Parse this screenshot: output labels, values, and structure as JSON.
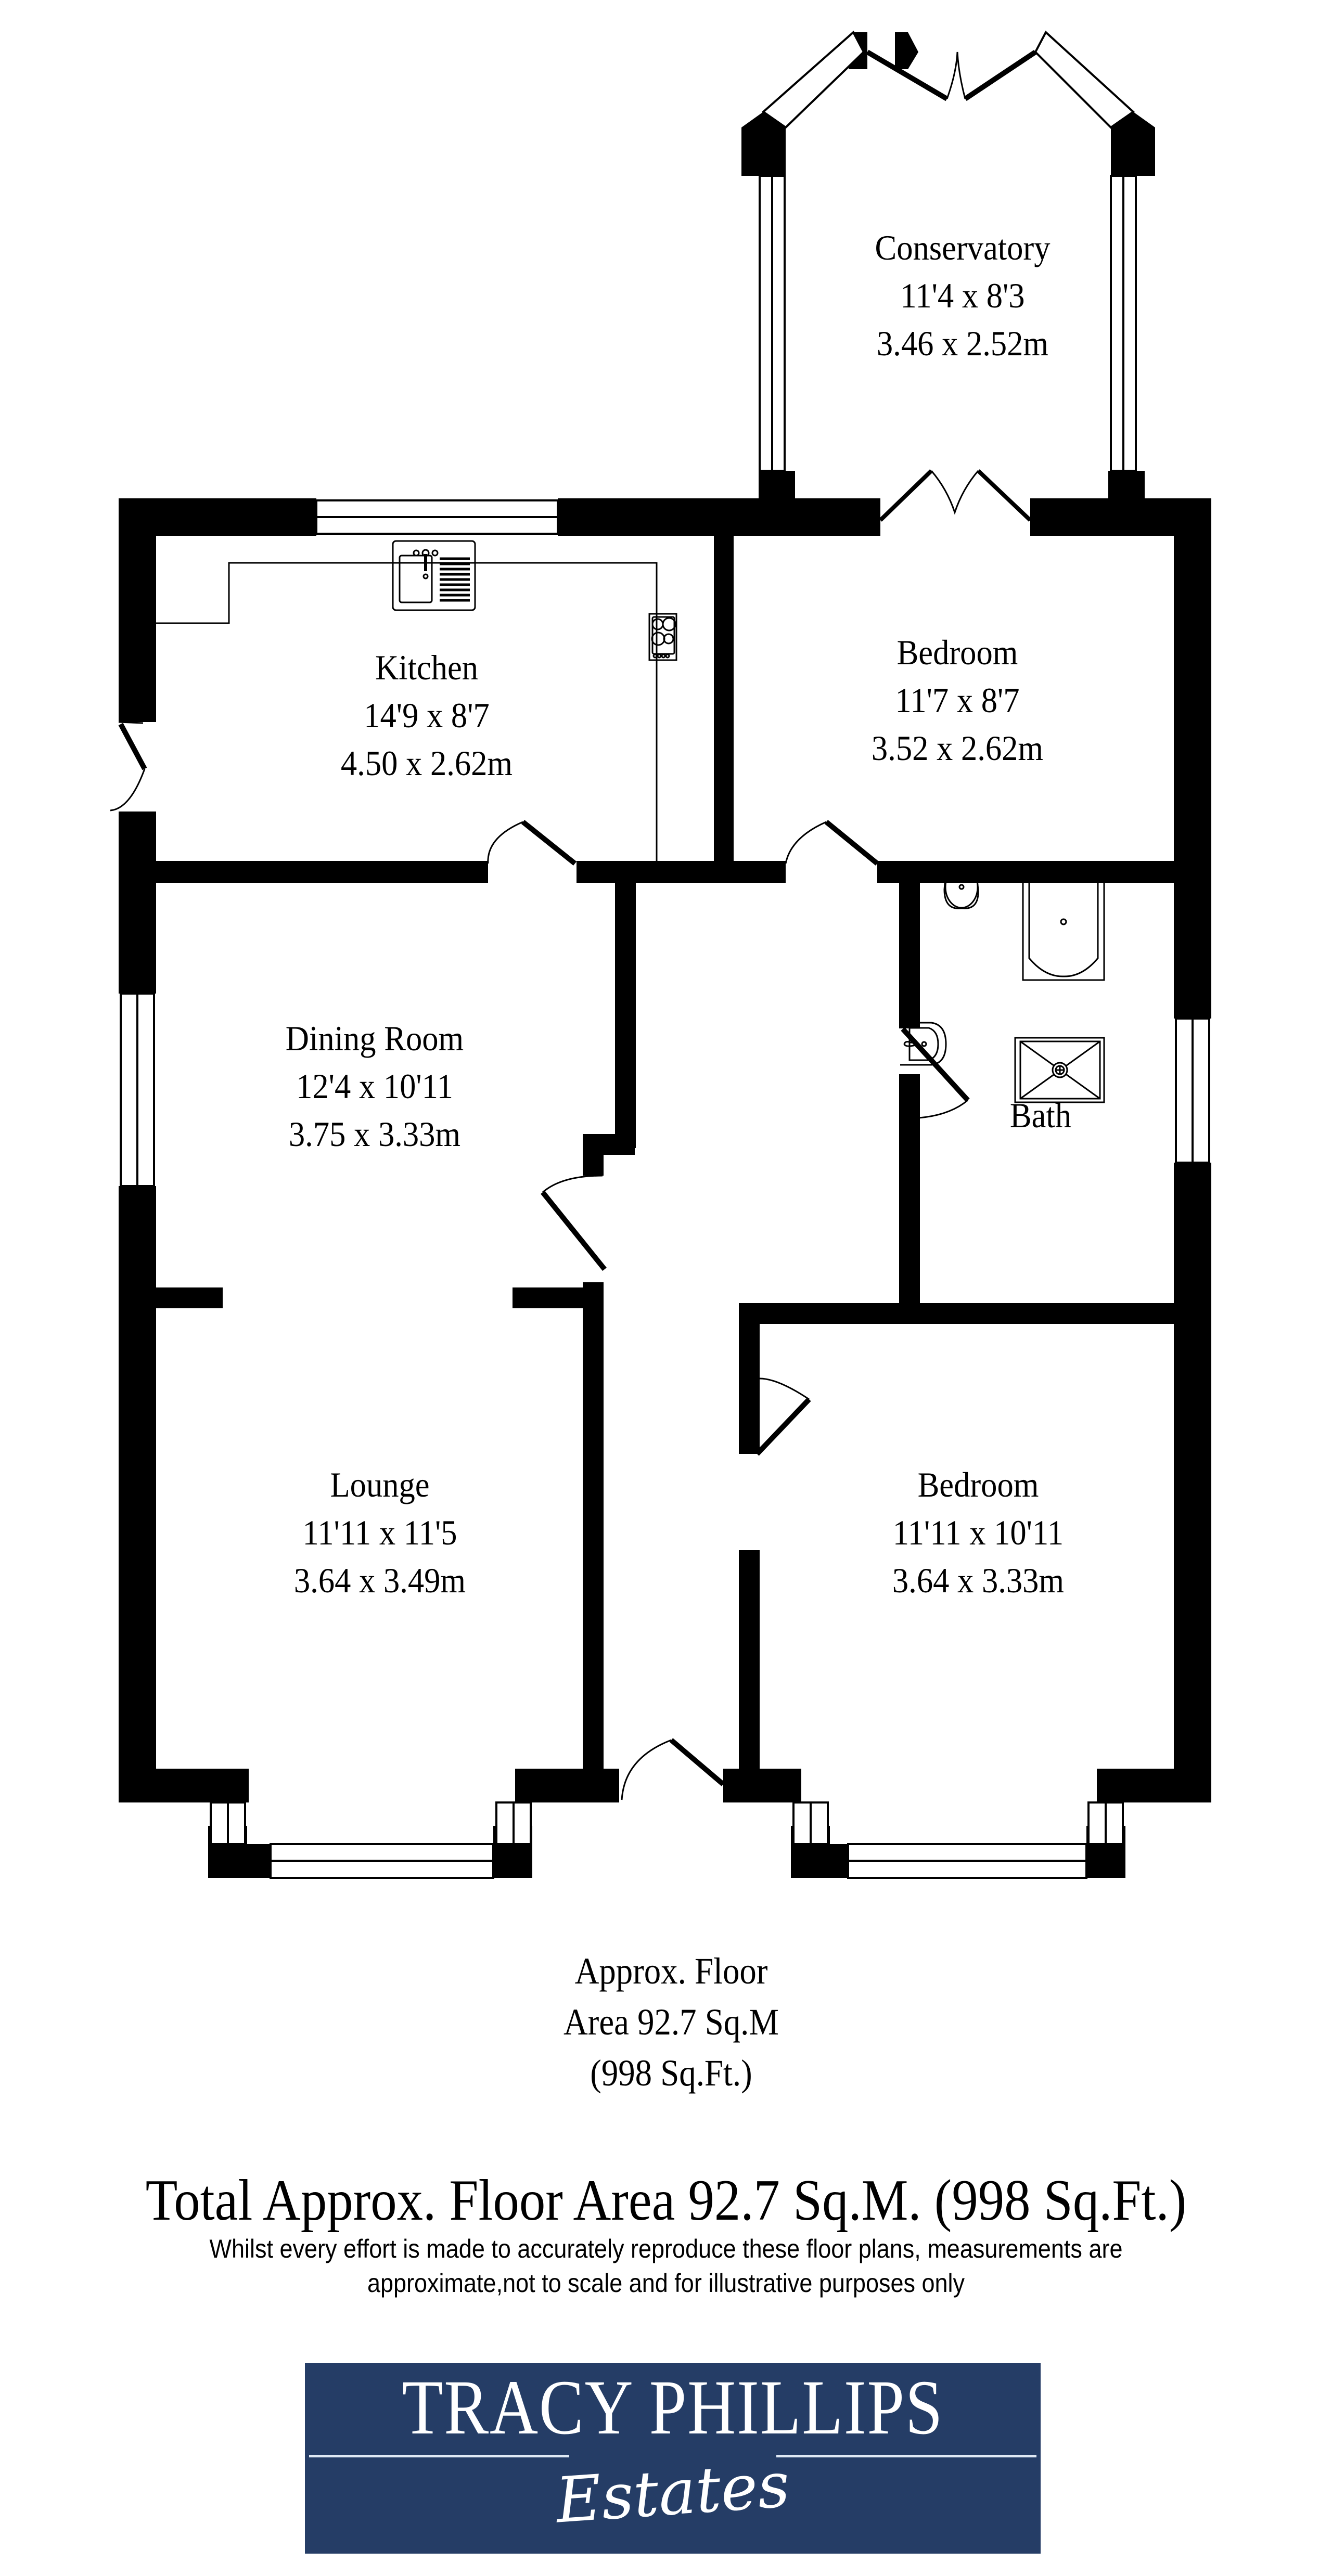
{
  "rooms": {
    "conservatory": {
      "name": "Conservatory",
      "imperial": "11'4 x 8'3",
      "metric": "3.46 x 2.52m"
    },
    "kitchen": {
      "name": "Kitchen",
      "imperial": "14'9 x 8'7",
      "metric": "4.50 x 2.62m"
    },
    "bedroom_rear": {
      "name": "Bedroom",
      "imperial": "11'7 x 8'7",
      "metric": "3.52 x 2.62m"
    },
    "dining_room": {
      "name": "Dining Room",
      "imperial": "12'4 x 10'11",
      "metric": "3.75 x 3.33m"
    },
    "bath": {
      "name": "Bath"
    },
    "lounge": {
      "name": "Lounge",
      "imperial": "11'11 x 11'5",
      "metric": "3.64 x 3.49m"
    },
    "bedroom_front": {
      "name": "Bedroom",
      "imperial": "11'11 x 10'11",
      "metric": "3.64 x 3.33m"
    }
  },
  "floor_area": {
    "line1": "Approx. Floor",
    "line2": "Area 92.7 Sq.M",
    "line3": "(998 Sq.Ft.)"
  },
  "total_area": "Total Approx. Floor Area 92.7 Sq.M. (998 Sq.Ft.)",
  "disclaimer": {
    "line1": "Whilst every effort is made to accurately reproduce these floor plans, measurements are",
    "line2": "approximate,not to scale and for illustrative purposes only"
  },
  "logo": {
    "title": "TRACY PHILLIPS",
    "subtitle": "Estates",
    "background_color": "#253d66",
    "text_color": "#ffffff"
  },
  "colors": {
    "wall": "#000000",
    "background": "#ffffff"
  }
}
